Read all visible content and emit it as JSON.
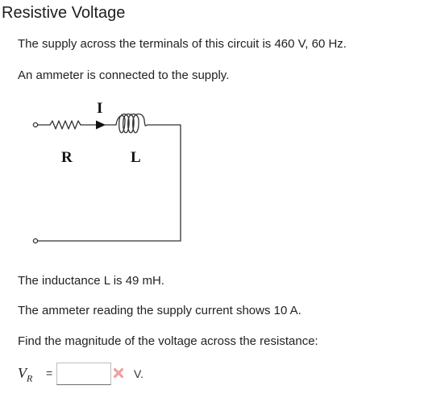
{
  "question": {
    "title": "Resistive Voltage",
    "paragraphs": [
      "The supply across the terminals of this circuit is 460  V, 60  Hz.",
      "An ammeter is connected to the supply.",
      "The inductance L is 49 mH.",
      "The ammeter reading the supply current shows 10 A.",
      "Find the magnitude of the voltage across the resistance:"
    ]
  },
  "circuit": {
    "current_label": "I",
    "resistor_label": "R",
    "inductor_label": "L"
  },
  "answer": {
    "variable": "V",
    "subscript": "R",
    "equals": "=",
    "value": "",
    "status_icon": "red-x-icon",
    "status": "incorrect",
    "unit": "V."
  },
  "colors": {
    "wrong_icon": "#f2a0a0",
    "wire": "#333333"
  }
}
